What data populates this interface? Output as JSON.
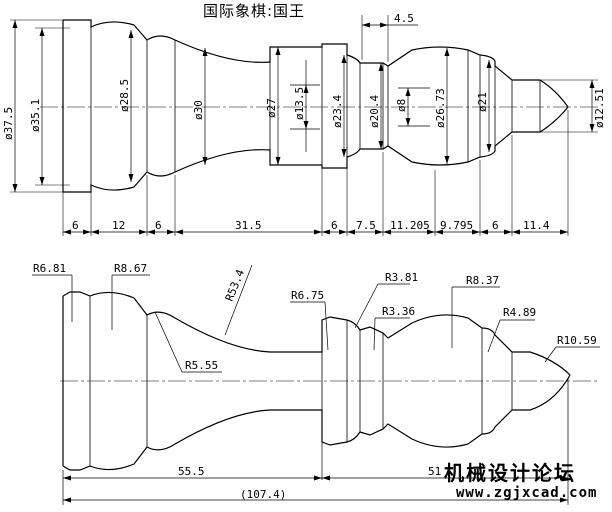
{
  "title": "国际象棋:国王",
  "watermark": {
    "line1": "机械设计论坛",
    "line2": "www.zgjxcad.com"
  },
  "top_view": {
    "diameters": [
      "ø37.5",
      "ø35.1",
      "ø28.5",
      "ø30",
      "ø27",
      "ø13.5",
      "ø23.4",
      "ø20.4",
      "ø8",
      "ø26.73",
      "ø21",
      "ø12.51"
    ],
    "top_dim": "4.5",
    "segments": [
      "6",
      "12",
      "6",
      "31.5",
      "6",
      "7.5",
      "11.205",
      "9.795",
      "6",
      "11.4"
    ]
  },
  "bottom_view": {
    "radii": [
      "R6.81",
      "R8.67",
      "R53.4",
      "R5.55",
      "R6.75",
      "R3.81",
      "R3.36",
      "R8.37",
      "R4.89",
      "R10.59"
    ],
    "lengths": [
      "55.5",
      "51",
      "(107.4)"
    ]
  }
}
